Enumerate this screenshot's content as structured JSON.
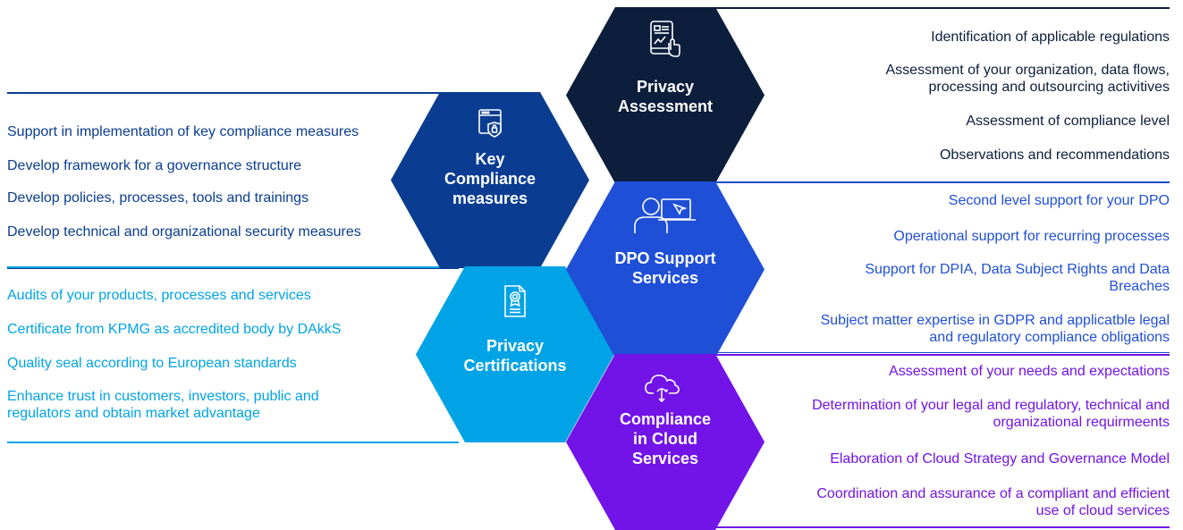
{
  "colors": {
    "privacy_assessment": "#0c1e3c",
    "key_compliance": "#0a3d91",
    "dpo_support": "#1f4fd6",
    "privacy_certifications": "#00a3e6",
    "cloud_services": "#7213e8"
  },
  "services": {
    "privacy_assessment": {
      "title": "Privacy\nAssessment",
      "icon": "tablet-chart-icon",
      "items": [
        "Identification of applicable regulations",
        "Assessment of your organization, data flows,\nprocessing and outsourcing activitives",
        "Assessment of compliance level",
        "Observations and recommendations"
      ]
    },
    "key_compliance": {
      "title": "Key\nCompliance\nmeasures",
      "icon": "browser-lock-icon",
      "items": [
        "Support in implementation of key compliance measures",
        "Develop framework for a governance structure",
        "Develop policies, processes, tools and trainings",
        "Develop technical and organizational security measures"
      ]
    },
    "dpo_support": {
      "title": "DPO Support\nServices",
      "icon": "person-laptop-icon",
      "items": [
        "Second level support for your DPO",
        "Operational support for recurring processes",
        "Support for DPIA, Data Subject Rights and Data\nBreaches",
        "Subject matter expertise in GDPR and applicatble legal\nand regulatory compliance obligations"
      ]
    },
    "privacy_certifications": {
      "title": "Privacy\nCertifications",
      "icon": "certificate-icon",
      "items": [
        "Audits of your products, processes and services",
        "Certificate from KPMG as accredited body by DAkkS",
        "Quality seal according to European standards",
        "Enhance trust in customers, investors, public and\nregulators and obtain market advantage"
      ]
    },
    "cloud_services": {
      "title": "Compliance\nin Cloud\nServices",
      "icon": "cloud-icon",
      "items": [
        "Assessment of your needs and expectations",
        "Determination of your legal and regulatory, technical and\norganizational requirmeents",
        "Elaboration of Cloud Strategy and Governance Model",
        "Coordination and assurance of a compliant and efficient\nuse of cloud services"
      ]
    }
  }
}
